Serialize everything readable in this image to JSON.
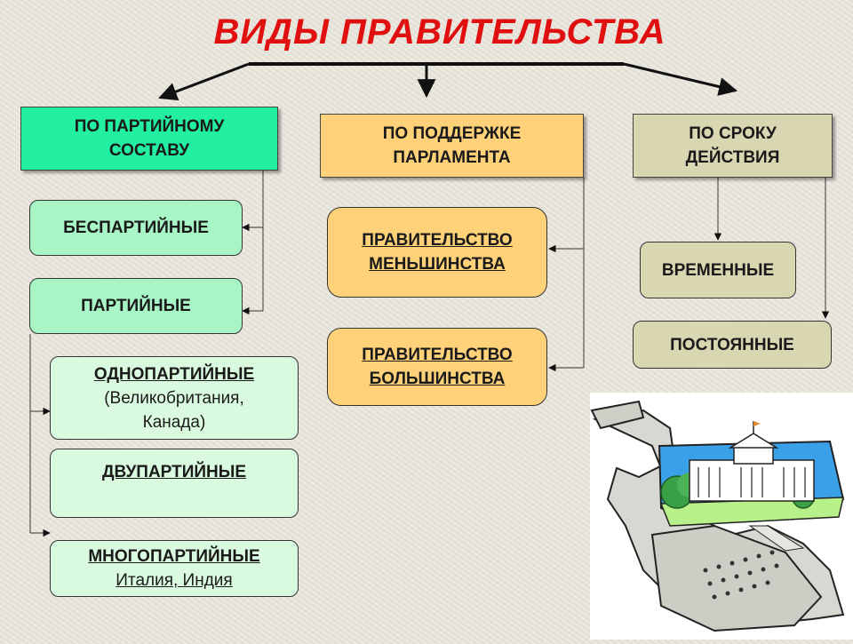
{
  "title": "ВИДЫ ПРАВИТЕЛЬСТВА",
  "categories": {
    "party": {
      "line1": "ПО ПАРТИЙНОМУ",
      "line2": "СОСТАВУ"
    },
    "parliament": {
      "line1": "ПО ПОДДЕРЖКЕ",
      "line2": "ПАРЛАМЕНТА"
    },
    "term": {
      "line1": "ПО СРОКУ",
      "line2": "ДЕЙСТВИЯ"
    }
  },
  "party_types": {
    "nonparty": "БЕСПАРТИЙНЫЕ",
    "party": "ПАРТИЙНЫЕ",
    "one_party": {
      "label": "ОДНОПАРТИЙНЫЕ",
      "example_line1": "(Великобритания,",
      "example_line2": "Канада)"
    },
    "two_party": {
      "label": "ДВУПАРТИЙНЫЕ"
    },
    "multi_party": {
      "label": "МНОГОПАРТИЙНЫЕ",
      "example": "Италия, Индия"
    }
  },
  "parliament_types": {
    "minority": {
      "line1": "ПРАВИТЕЛЬСТВО",
      "line2": "МЕНЬШИНСТВА"
    },
    "majority": {
      "line1": "ПРАВИТЕЛЬСТВО",
      "line2": "БОЛЬШИНСТВА"
    }
  },
  "term_types": {
    "temporary": "ВРЕМЕННЫЕ",
    "permanent": "ПОСТОЯННЫЕ"
  },
  "colors": {
    "title": "#e01010",
    "party_header": "#22f0a0",
    "party_items": "#a8f5c6",
    "parliament": "#ffd27a",
    "term": "#d9d6b2",
    "subtypes": "#dafadf"
  },
  "illustration": "government-building-clipart"
}
